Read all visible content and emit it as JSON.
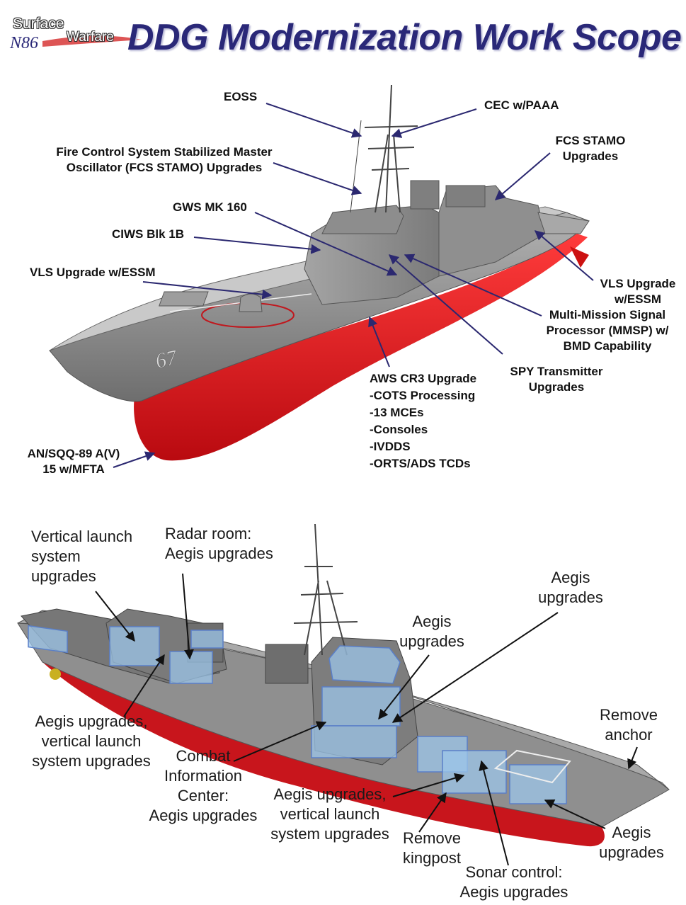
{
  "header": {
    "logo_line1": "Surface",
    "logo_line2": "Warfare",
    "logo_code": "N86",
    "title": "DDG Modernization Work Scope"
  },
  "top_labels": {
    "eoss": "EOSS",
    "cec": "CEC w/PAAA",
    "fcs_stamo_left": "Fire Control System Stabilized Master\nOscillator (FCS STAMO) Upgrades",
    "fcs_stamo_right": "FCS STAMO\nUpgrades",
    "gws": "GWS MK 160",
    "ciws": "CIWS Blk 1B",
    "vls_left": "VLS Upgrade w/ESSM",
    "vls_right": "VLS Upgrade\nw/ESSM",
    "mmsp": "Multi-Mission Signal\nProcessor (MMSP) w/\nBMD Capability",
    "spy": "SPY Transmitter\nUpgrades",
    "aws_title": "AWS CR3 Upgrade",
    "aws_items": [
      "-COTS Processing",
      "-13 MCEs",
      "-Consoles",
      "-IVDDS",
      "-ORTS/ADS TCDs"
    ],
    "sonar": "AN/SQQ-89 A(V)\n15 w/MFTA",
    "hull_number": "67"
  },
  "bottom_labels": {
    "vls_sys": "Vertical launch\nsystem\nupgrades",
    "radar_room": "Radar room:\nAegis upgrades",
    "aegis_top_right": "Aegis\nupgrades",
    "aegis_mid": "Aegis\nupgrades",
    "aegis_vls_left": "Aegis upgrades,\nvertical launch\nsystem upgrades",
    "cic": "Combat\nInformation\nCenter:\nAegis upgrades",
    "aegis_vls_mid": "Aegis upgrades,\nvertical launch\nsystem upgrades",
    "remove_anchor": "Remove\nanchor",
    "remove_kingpost": "Remove\nkingpost",
    "sonar_control": "Sonar control:\nAegis upgrades",
    "aegis_bottom_right": "Aegis\nupgrades"
  },
  "colors": {
    "title": "#2a2878",
    "arrow_top": "#2b2870",
    "hull_red": "#d8141a",
    "ship_gray": "#8a8a8a",
    "highlight_blue": "#9cc6ea"
  }
}
